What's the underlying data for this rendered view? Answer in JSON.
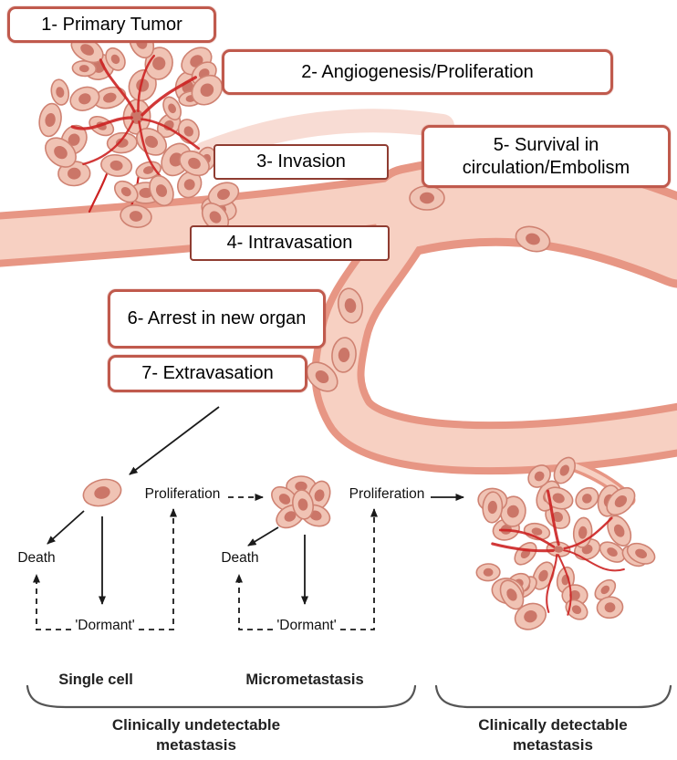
{
  "figure": {
    "steps": [
      {
        "id": 1,
        "label": "1- Primary Tumor"
      },
      {
        "id": 2,
        "label": "2- Angiogenesis/Proliferation"
      },
      {
        "id": 3,
        "label": "3- Invasion"
      },
      {
        "id": 4,
        "label": "4- Intravasation"
      },
      {
        "id": 5,
        "label": "5- Survival in circulation/Embolism"
      },
      {
        "id": 6,
        "label": "6- Arrest in new organ"
      },
      {
        "id": 7,
        "label": "7- Extravasation"
      }
    ],
    "flow": {
      "proliferation_1": "Proliferation",
      "proliferation_2": "Proliferation",
      "death_1": "Death",
      "death_2": "Death",
      "dormant_1": "'Dormant'",
      "dormant_2": "'Dormant'"
    },
    "captions": {
      "single_cell": "Single cell",
      "micrometastasis": "Micrometastasis",
      "clinically_undetectable": "Clinically undetectable metastasis",
      "clinically_detectable": "Clinically detectable metastasis"
    },
    "colors": {
      "vessel_edge": "#e79684",
      "vessel_fill": "#f7d0c2",
      "vessel_wisp": "#f3c0b0",
      "cell_fill": "#f0c3b4",
      "cell_stroke": "#cf8272",
      "nucleus": "#c4685a",
      "capillary": "#cc2222",
      "box_border": "#c05a4d",
      "arrow": "#1a1a1a",
      "bracket": "#555555"
    }
  }
}
